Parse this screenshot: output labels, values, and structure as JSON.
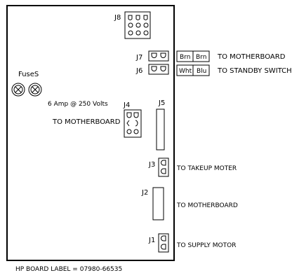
{
  "connectors": {
    "j8": "J8",
    "j7": "J7",
    "j6": "J6",
    "j4": "J4",
    "j5": "J5",
    "j3": "J3",
    "j2": "J2",
    "j1": "J1"
  },
  "fuses": {
    "label": "FuseS",
    "rating": "6 Amp @ 250 Volts"
  },
  "wire_colors": {
    "j7_left": "Brn",
    "j7_right": "Brn",
    "j6_left": "Wht",
    "j6_right": "Blu"
  },
  "destinations": {
    "j7": "TO  MOTHERBOARD",
    "j6": "TO STANDBY SWITCH",
    "j4": "TO  MOTHERBOARD",
    "j3": "TO TAKEUP MOTER",
    "j2": "TO MOTHERBOARD",
    "j1": "TO SUPPLY MOTOR"
  },
  "footer": {
    "board_label": "HP BOARD LABEL = 07980-66535"
  }
}
